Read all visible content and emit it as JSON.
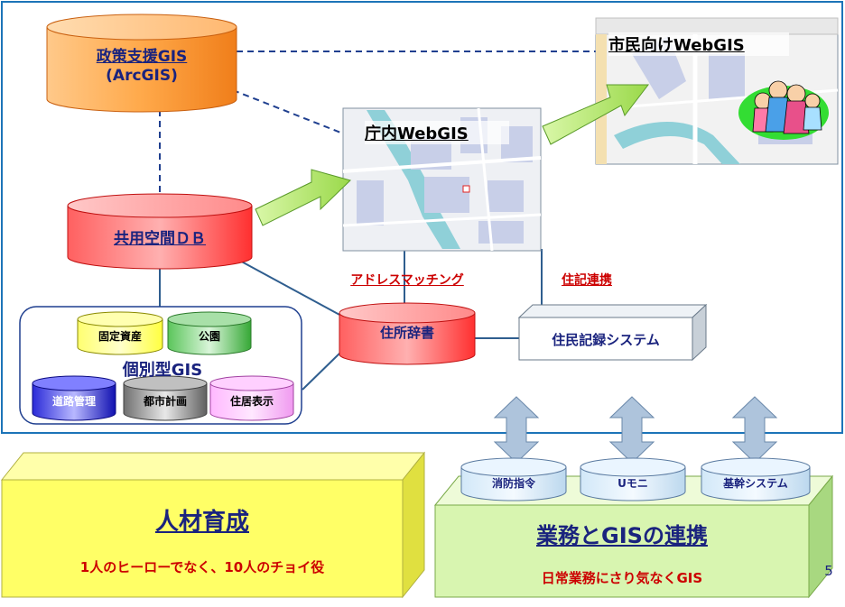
{
  "title_seisaku": "政策支援GIS",
  "sub_seisaku": "(ArcGIS)",
  "title_shimin": "市民向けWebGIS",
  "title_chonai": "庁内WebGIS",
  "db_kyoyo": "共用空間ＤＢ",
  "label_address_matching": "アドレスマッチング",
  "label_juki_renkei": "住記連携",
  "db_jusho_jisho": "住所辞書",
  "box_jumin_system": "住民記録システム",
  "kobetsu": {
    "title": "個別型GIS",
    "items": [
      "固定資産",
      "公園",
      "道路管理",
      "都市計画",
      "住居表示"
    ]
  },
  "gyomu_dbs": [
    "消防指令",
    "Uモニ",
    "基幹システム"
  ],
  "jinzai": {
    "title": "人材育成",
    "sub": "1人のヒーローでなく、10人のチョイ役"
  },
  "gyomu": {
    "title": "業務とGISの連携",
    "sub": "日常業務にさり気なくGIS"
  },
  "page_number": "5",
  "colors": {
    "label_red": "#cc0000",
    "title_navy": "#1a237e",
    "frame_blue": "#1c74b8",
    "arrow_green": "#a6e25a",
    "arrow_blue": "#aec4dc",
    "jinzai_fill": "#ffff66",
    "gyomu_fill": "#d8f5b0"
  }
}
